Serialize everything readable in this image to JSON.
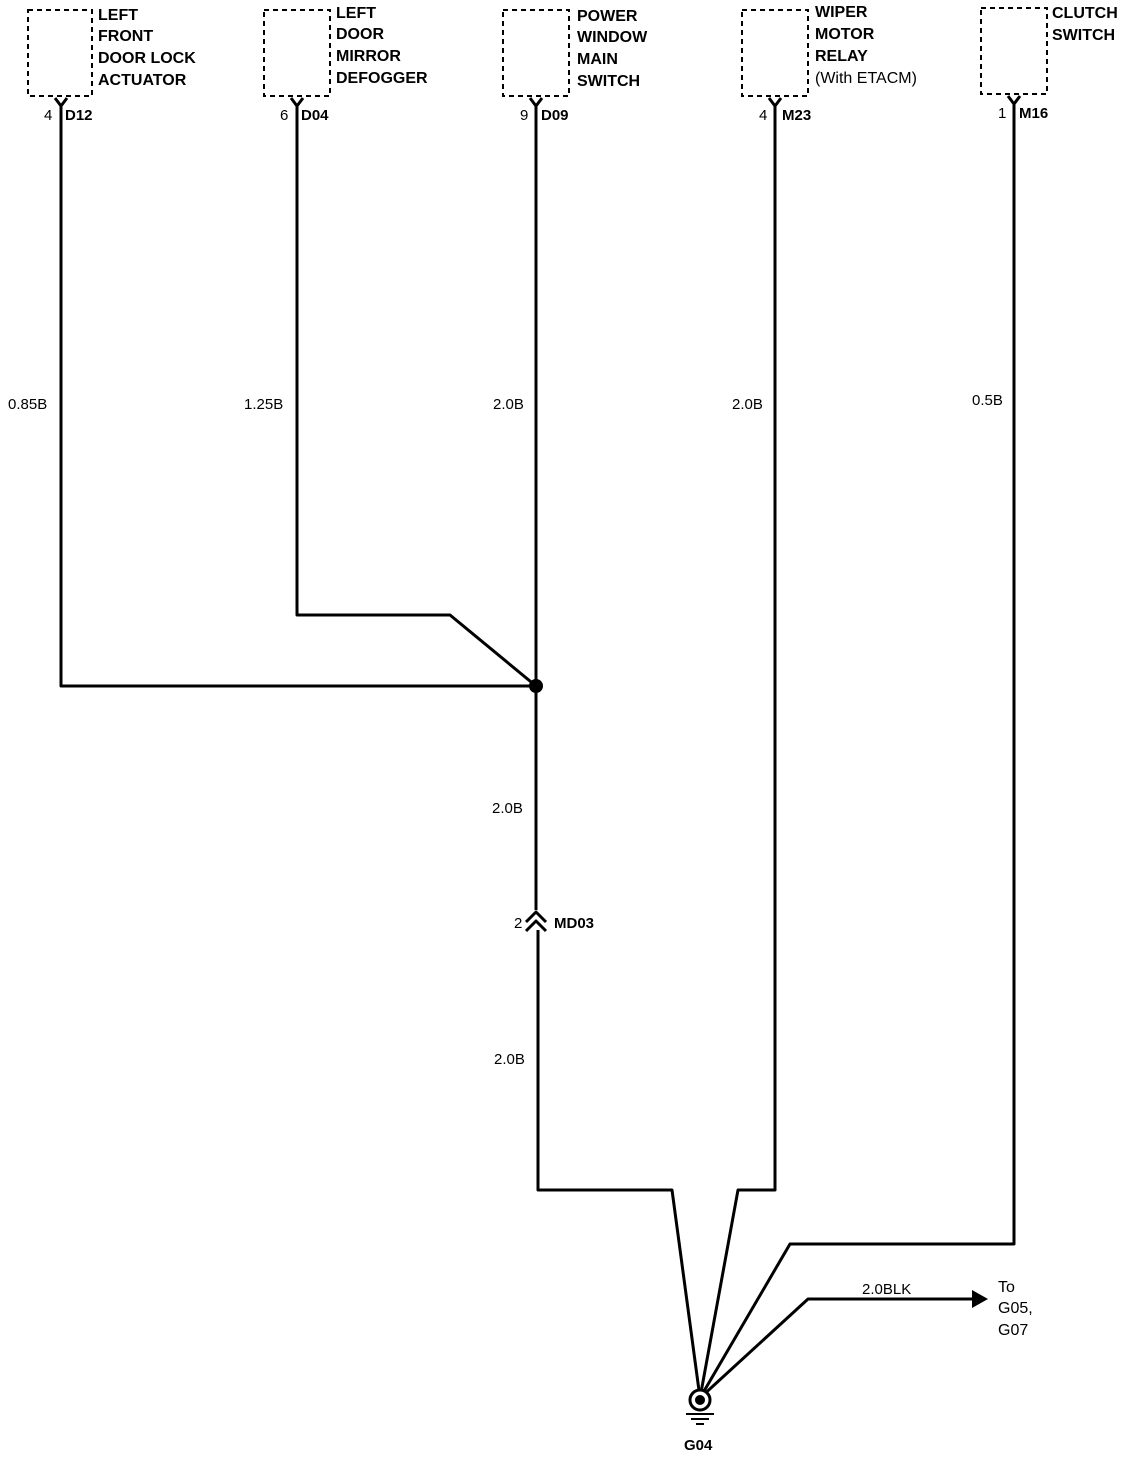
{
  "components": [
    {
      "id": "left-front-door-lock-actuator",
      "label_lines": [
        "LEFT",
        "FRONT",
        "DOOR LOCK",
        "ACTUATOR"
      ],
      "note": "",
      "pin": "4",
      "connector": "D12",
      "wire": "0.85B"
    },
    {
      "id": "left-door-mirror-defogger",
      "label_lines": [
        "LEFT",
        "DOOR",
        "MIRROR",
        "DEFOGGER"
      ],
      "note": "",
      "pin": "6",
      "connector": "D04",
      "wire": "1.25B"
    },
    {
      "id": "power-window-main-switch",
      "label_lines": [
        "POWER",
        "WINDOW",
        "MAIN",
        "SWITCH"
      ],
      "note": "",
      "pin": "9",
      "connector": "D09",
      "wire": "2.0B"
    },
    {
      "id": "wiper-motor-relay",
      "label_lines": [
        "WIPER",
        "MOTOR",
        "RELAY"
      ],
      "note": "(With ETACM)",
      "pin": "4",
      "connector": "M23",
      "wire": "2.0B"
    },
    {
      "id": "clutch-switch",
      "label_lines": [
        "CLUTCH",
        "SWITCH"
      ],
      "note": "",
      "pin": "1",
      "connector": "M16",
      "wire": "0.5B"
    }
  ],
  "trunk": {
    "wire_upper": "2.0B",
    "wire_lower": "2.0B",
    "inline_connector": {
      "pin": "2",
      "code": "MD03"
    }
  },
  "ground": {
    "label": "G04"
  },
  "branch": {
    "wire": "2.0BLK",
    "destination_lines": [
      "To",
      "G05,",
      "G07"
    ]
  }
}
